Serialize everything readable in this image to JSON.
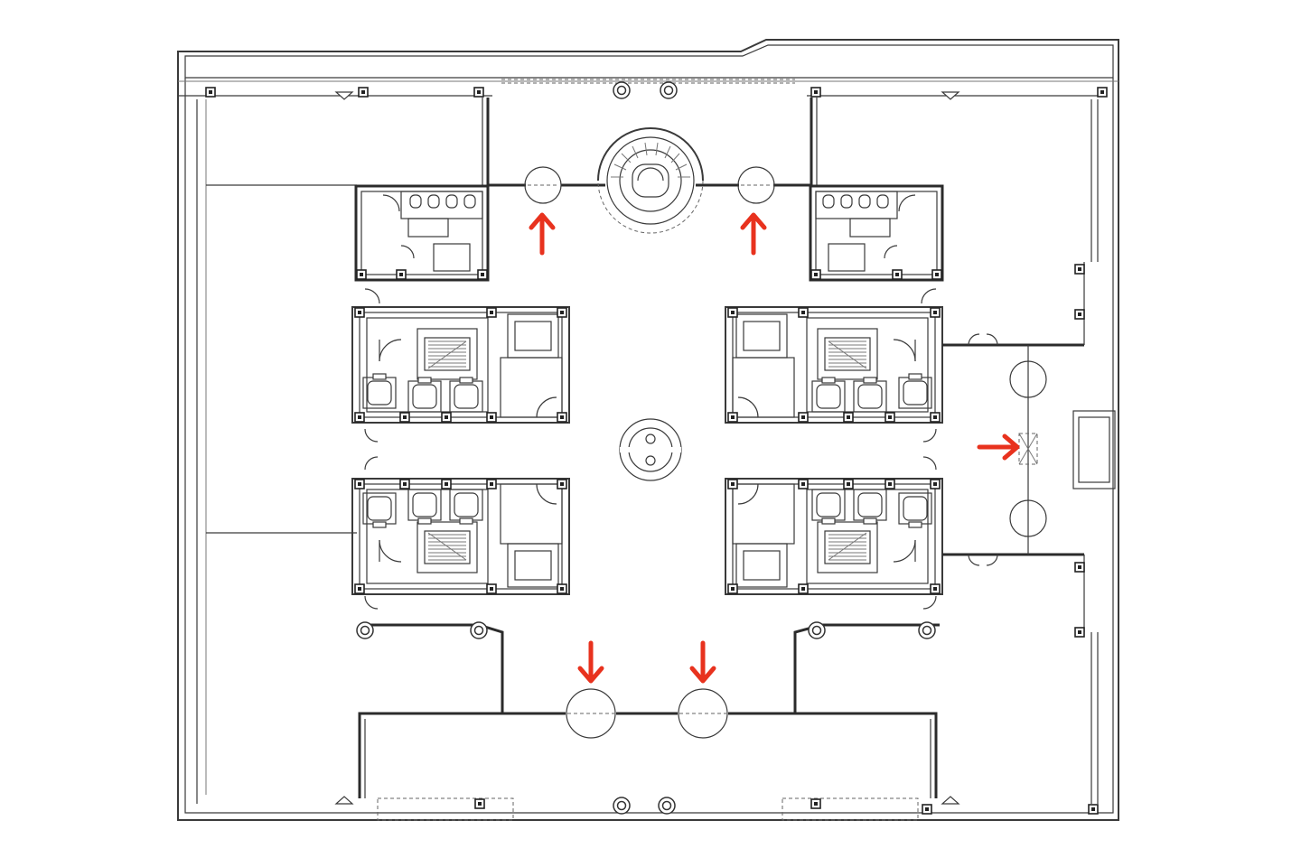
{
  "diagram": {
    "type": "architectural-floor-plan",
    "accent_color": "#e8321e",
    "line_color": "#3a3a3a",
    "background": "#ffffff",
    "entrance_arrows": [
      {
        "direction": "up",
        "location": "north-west-revolving-door"
      },
      {
        "direction": "up",
        "location": "north-east-revolving-door"
      },
      {
        "direction": "right",
        "location": "east-vestibule"
      },
      {
        "direction": "down",
        "location": "south-west-revolving-door"
      },
      {
        "direction": "down",
        "location": "south-east-revolving-door"
      }
    ],
    "elements": [
      "outer-building-wall",
      "north-restroom-block-west",
      "north-restroom-block-east",
      "core-north-west",
      "core-north-east",
      "core-south-west",
      "core-south-east",
      "spiral-stair",
      "central-round-column",
      "east-vestibule",
      "south-lobby-wall"
    ]
  }
}
